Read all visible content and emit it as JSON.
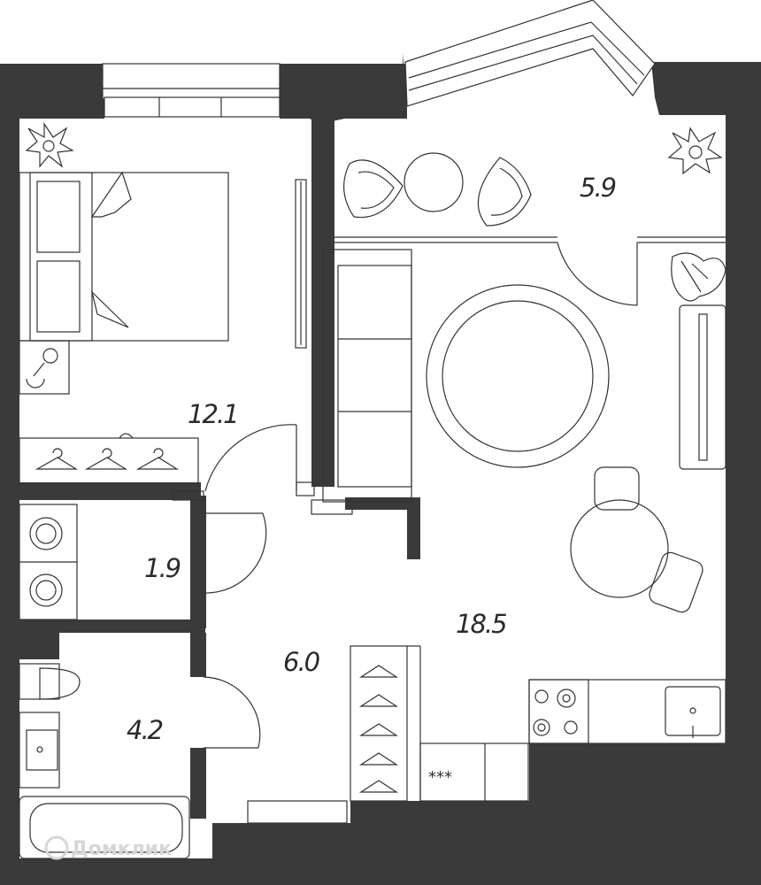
{
  "rooms": {
    "bedroom_area": "12.1",
    "balcony_area": "5.9",
    "laundry_area": "1.9",
    "hall_area": "6.0",
    "bathroom_area": "4.2",
    "living_kitchen_area": "18.5"
  },
  "kitchen": {
    "counter_label": "***"
  },
  "watermark": {
    "text": "Домклик"
  },
  "colors": {
    "wall": "#3a3a3a",
    "line": "#333333",
    "floor": "#ffffff"
  }
}
